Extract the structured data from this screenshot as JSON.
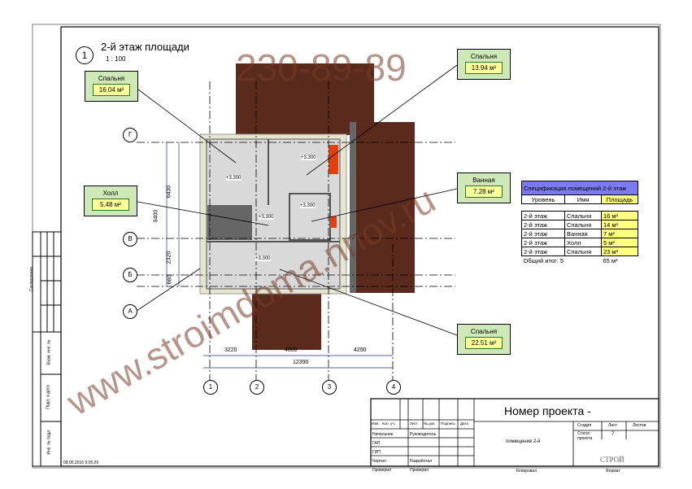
{
  "title": {
    "number": "1",
    "text": "2-й этаж площади",
    "scale": "1 : 100"
  },
  "watermark": {
    "phone": "230-89-89",
    "site": "www.stroimdoma.nnov.ru"
  },
  "tags": [
    {
      "name": "Спальня",
      "area": "16.04 м²"
    },
    {
      "name": "Спальня",
      "area": "13.94 м²"
    },
    {
      "name": "Холл",
      "area": "5.48 м²"
    },
    {
      "name": "Ванная",
      "area": "7.28 м²"
    },
    {
      "name": "Спальня",
      "area": "22.51 м²"
    }
  ],
  "levels": [
    "+3.300",
    "+3.300",
    "+3.300",
    "+3.300",
    "+3.300"
  ],
  "axes": {
    "rows": [
      "Г",
      "В",
      "Б",
      "А"
    ],
    "cols": [
      "1",
      "2",
      "3",
      "4"
    ]
  },
  "dims": {
    "bottom": [
      "3220",
      "4880",
      "4290"
    ],
    "total": "12390",
    "left_total": "9400",
    "left": [
      "6430",
      "2320",
      "660"
    ]
  },
  "spec": {
    "title": "Спецификация помещений 2-й этаж",
    "headers": [
      "Уровень",
      "Имя",
      "Площадь"
    ],
    "rows": [
      [
        "2-й этаж",
        "Спальня",
        "16 м²"
      ],
      [
        "2-й этаж",
        "Спальня",
        "14 м²"
      ],
      [
        "2-й этаж",
        "Ванная",
        "7 м²"
      ],
      [
        "2-й этаж",
        "Холл",
        "5 м²"
      ],
      [
        "2-й этаж",
        "Спальня",
        "23 м²"
      ]
    ],
    "total_label": "Общий итог: 5",
    "total_area": "65 м²"
  },
  "stamp": {
    "project": "Номер проекта -",
    "sheet_name": "помещения 2-й",
    "cols": [
      "Изм.",
      "Кол. уч.",
      "Лист",
      "№ док.",
      "Подпись",
      "Дата"
    ],
    "roles": [
      [
        "Начальник",
        "Руководитель"
      ],
      [
        "ГАП",
        ""
      ],
      [
        "ГИП",
        ""
      ],
      [
        "Чертил",
        "Разработал"
      ],
      [
        "Проверил",
        "Проверил"
      ]
    ],
    "stage": "Стадия",
    "status": "Статус проекта",
    "sheet": "Лист",
    "sheet_no": "7",
    "sheets": "Листов",
    "copied": "Копировал",
    "format": "Формат",
    "logo": "СТРОЙ"
  },
  "side": [
    "Согласовано",
    "Взам. инв. №",
    "Подп. и дата",
    "Инв. № подл."
  ],
  "timestamp": "08.05.2016 9:05:29"
}
